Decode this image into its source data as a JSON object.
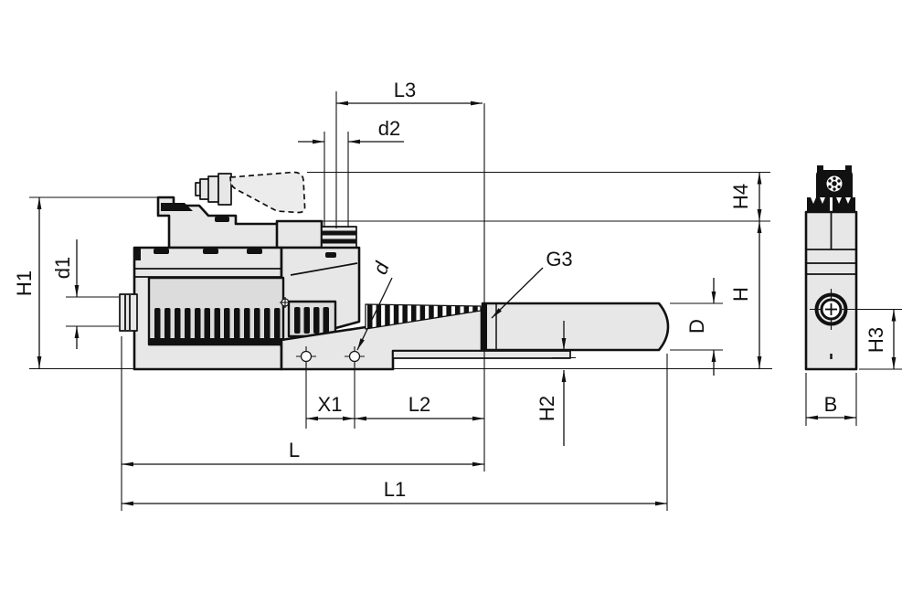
{
  "drawing": {
    "kind": "technical-dimension-drawing",
    "views": {
      "front": "front-profile-view",
      "side": "side-end-view"
    },
    "labels": {
      "H1": "H1",
      "d1": "d1",
      "L3": "L3",
      "d2": "d2",
      "d": "d",
      "G3": "G3",
      "H4": "H4",
      "H": "H",
      "D": "D",
      "H2": "H2",
      "X1": "X1",
      "L2": "L2",
      "L": "L",
      "L1": "L1",
      "H3": "H3",
      "B": "B"
    },
    "colors": {
      "background": "#ffffff",
      "line": "#111111",
      "part_fill": "#e7e7e7",
      "recess_fill": "#dcdcdc"
    }
  }
}
